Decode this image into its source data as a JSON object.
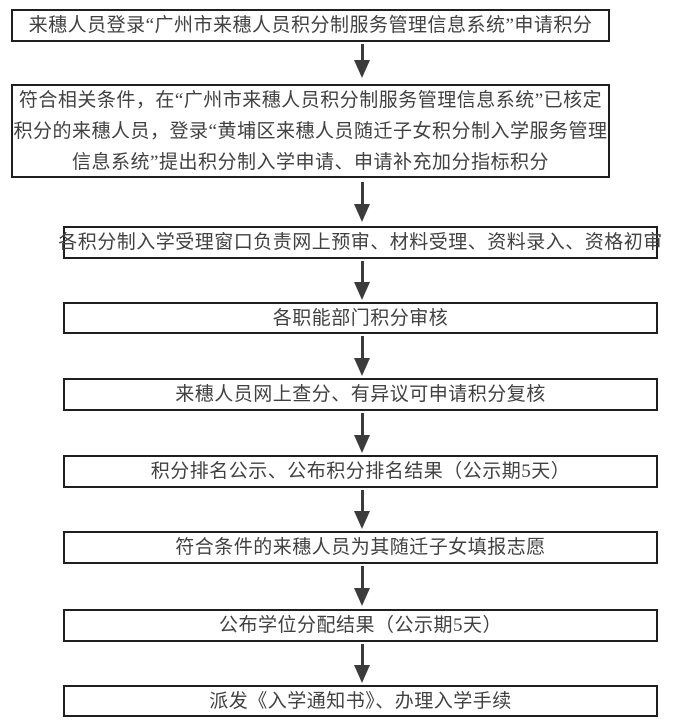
{
  "flowchart": {
    "type": "flowchart",
    "direction": "top-down",
    "colors": {
      "background": "#ffffff",
      "box_border": "#1f1f1f",
      "text": "#414141",
      "arrow": "#3b3b3b"
    },
    "steps": [
      {
        "text": "来穗人员登录“广州市来穗人员积分制服务管理信息系统”申请积分"
      },
      {
        "lines": [
          "符合相关条件，在“广州市来穗人员积分制服务管理信息系统”已核定",
          "积分的来穗人员，登录“黄埔区来穗人员随迁子女积分制入学服务管理",
          "信息系统”提出积分制入学申请、申请补充加分指标积分"
        ]
      },
      {
        "text": "各积分制入学受理窗口负责网上预审、材料受理、资料录入、资格初审"
      },
      {
        "text": "各职能部门积分审核"
      },
      {
        "text": "来穗人员网上查分、有异议可申请积分复核"
      },
      {
        "text": "积分排名公示、公布积分排名结果（公示期5天）"
      },
      {
        "text": "符合条件的来穗人员为其随迁子女填报志愿"
      },
      {
        "text": "公布学位分配结果（公示期5天）"
      },
      {
        "text": "派发《入学通知书》、办理入学手续"
      }
    ]
  }
}
